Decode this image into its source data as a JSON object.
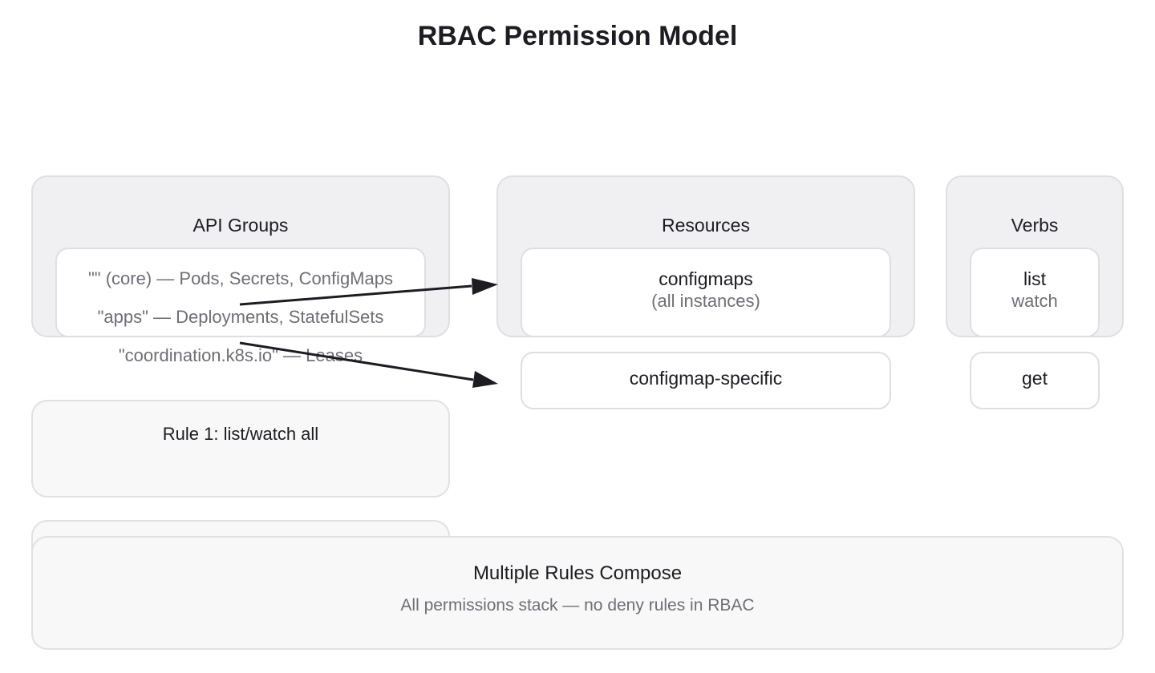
{
  "title": "RBAC Permission Model",
  "api_groups": {
    "title": "API Groups",
    "items": [
      "\"\" (core) — Pods, Secrets, ConfigMaps",
      "\"apps\" — Deployments, StatefulSets",
      "\"coordination.k8s.io\" — Leases"
    ]
  },
  "resources": {
    "title": "Resources",
    "items": [
      {
        "name": "configmaps",
        "detail": "(all instances)"
      },
      {
        "name": "configmap-specific"
      }
    ]
  },
  "verbs": {
    "title": "Verbs",
    "items": [
      {
        "primary": "list",
        "secondary": "watch"
      },
      {
        "primary": "get"
      }
    ]
  },
  "rules": [
    {
      "label": "Rule 1: list/watch all"
    }
  ],
  "compose": {
    "title": "Multiple Rules Compose",
    "subtitle": "All permissions stack — no deny rules in RBAC"
  }
}
